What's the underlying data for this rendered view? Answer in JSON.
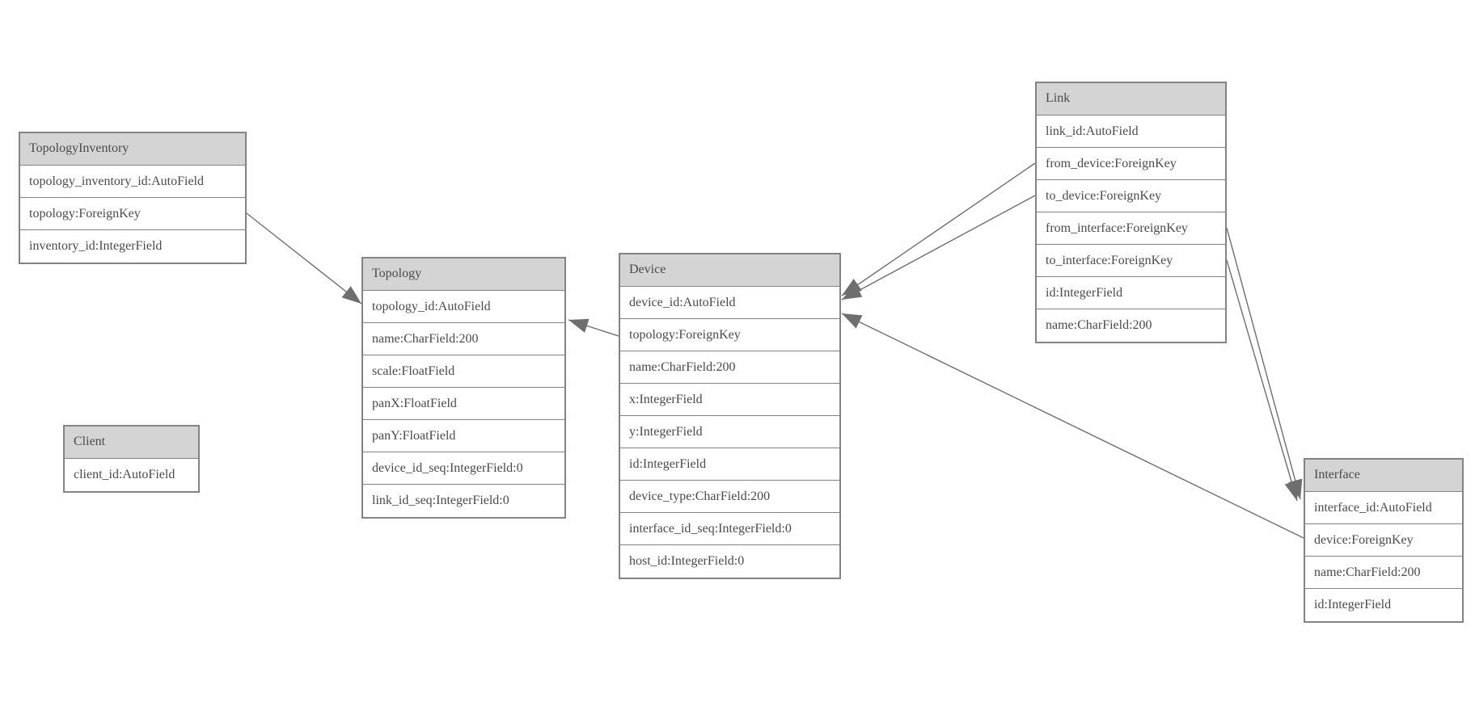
{
  "colors": {
    "background": "#ffffff",
    "entity_border": "#838383",
    "entity_header_bg": "#d4d4d4",
    "entity_text": "#4a4a4a",
    "edge_line": "#6e6e6e",
    "arrowhead_fill": "#6e6e6e"
  },
  "entities": {
    "topology_inventory": {
      "title": "TopologyInventory",
      "fields": [
        "topology_inventory_id:AutoField",
        "topology:ForeignKey",
        "inventory_id:IntegerField"
      ]
    },
    "topology": {
      "title": "Topology",
      "fields": [
        "topology_id:AutoField",
        "name:CharField:200",
        "scale:FloatField",
        "panX:FloatField",
        "panY:FloatField",
        "device_id_seq:IntegerField:0",
        "link_id_seq:IntegerField:0"
      ]
    },
    "client": {
      "title": "Client",
      "fields": [
        "client_id:AutoField"
      ]
    },
    "device": {
      "title": "Device",
      "fields": [
        "device_id:AutoField",
        "topology:ForeignKey",
        "name:CharField:200",
        "x:IntegerField",
        "y:IntegerField",
        "id:IntegerField",
        "device_type:CharField:200",
        "interface_id_seq:IntegerField:0",
        "host_id:IntegerField:0"
      ]
    },
    "link": {
      "title": "Link",
      "fields": [
        "link_id:AutoField",
        "from_device:ForeignKey",
        "to_device:ForeignKey",
        "from_interface:ForeignKey",
        "to_interface:ForeignKey",
        "id:IntegerField",
        "name:CharField:200"
      ]
    },
    "interface": {
      "title": "Interface",
      "fields": [
        "interface_id:AutoField",
        "device:ForeignKey",
        "name:CharField:200",
        "id:IntegerField"
      ]
    }
  },
  "relationships": [
    {
      "from": "TopologyInventory.topology",
      "to": "Topology"
    },
    {
      "from": "Device.topology",
      "to": "Topology"
    },
    {
      "from": "Link.from_device",
      "to": "Device"
    },
    {
      "from": "Link.to_device",
      "to": "Device"
    },
    {
      "from": "Link.from_interface",
      "to": "Interface"
    },
    {
      "from": "Link.to_interface",
      "to": "Interface"
    },
    {
      "from": "Interface.device",
      "to": "Device"
    }
  ]
}
